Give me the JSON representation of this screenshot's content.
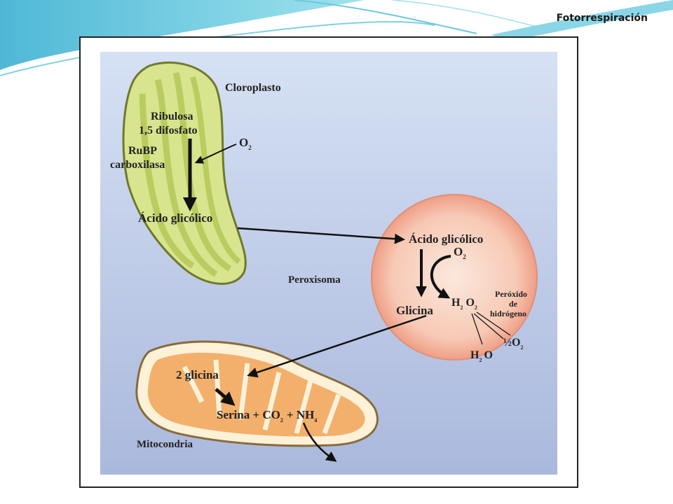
{
  "header": {
    "title": "Fotorrespiración"
  },
  "diagram": {
    "chloroplast": {
      "name": "Cloroplasto",
      "ribulosa_line1": "Ribulosa",
      "ribulosa_line2": "1,5 difosfato",
      "o2": "O",
      "o2_sub": "2",
      "enzyme_line1": "RuBP",
      "enzyme_line2": "carboxilasa",
      "product": "Ácido glicólico"
    },
    "peroxisome": {
      "name": "Peroxisoma",
      "substrate": "Ácido glicólico",
      "o2": "O",
      "o2_sub": "2",
      "product": "Glicina",
      "h2o2_h": "H",
      "h2o2_sub1": "2",
      "h2o2_o": "O",
      "h2o2_sub2": "2",
      "h2o2_label1": "Peróxido",
      "h2o2_label2": "de",
      "h2o2_label3": "hidrógeno",
      "water_h": "H",
      "water_sub": "2",
      "water_o": "O",
      "half_o2": "½O",
      "half_o2_sub": "2"
    },
    "mitochondria": {
      "name": "Mitocondria",
      "substrate": "2 glicina",
      "products_serina": "Serina + CO",
      "products_co2_sub": "2",
      "products_nh": "+ NH",
      "products_nh_sub": "4"
    },
    "colors": {
      "background": "#b9c6e6",
      "chloroplast_fill": "#d9e48e",
      "peroxisome_fill": "#f5b7a0",
      "mitochondria_fill": "#f2b06c",
      "title_wave": "#5cc3d8"
    }
  }
}
